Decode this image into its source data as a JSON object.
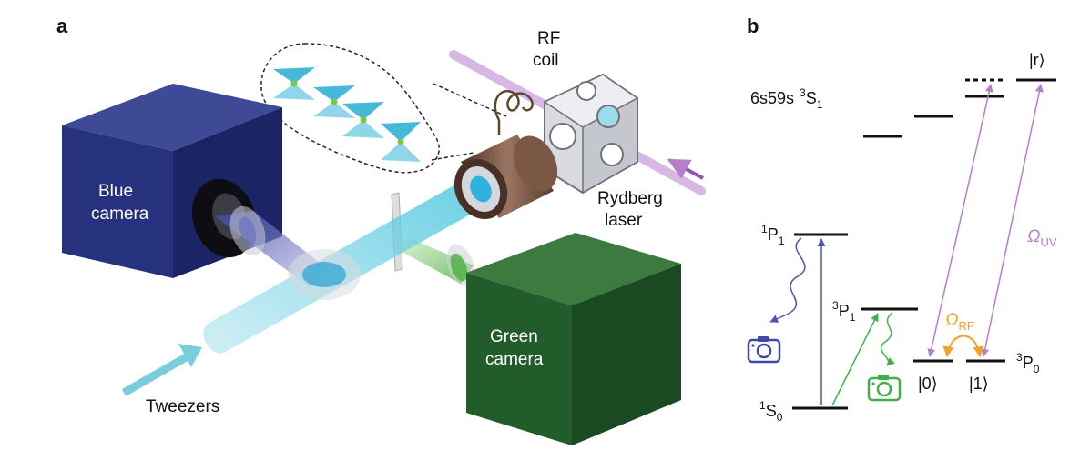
{
  "panels": {
    "a": "a",
    "b": "b"
  },
  "setup": {
    "blue_camera": [
      "Blue",
      "camera"
    ],
    "green_camera": [
      "Green",
      "camera"
    ],
    "rf_coil": [
      "RF",
      "coil"
    ],
    "rydberg_laser": [
      "Rydberg",
      "laser"
    ],
    "tweezers": "Tweezers"
  },
  "levels": {
    "rydberg_state": "6s59s",
    "rydberg_term": {
      "mult": "3",
      "L": "S",
      "J": "1"
    },
    "r_ket": "|r⟩",
    "p1_singlet": {
      "mult": "1",
      "L": "P",
      "J": "1"
    },
    "p1_triplet": {
      "mult": "3",
      "L": "P",
      "J": "1"
    },
    "s0_ground": {
      "mult": "1",
      "L": "S",
      "J": "0"
    },
    "p0_triplet": {
      "mult": "3",
      "L": "P",
      "J": "0"
    },
    "ket0": "|0⟩",
    "ket1": "|1⟩",
    "omega_rf": {
      "symbol": "Ω",
      "sub": "RF"
    },
    "omega_uv": {
      "symbol": "Ω",
      "sub": "UV"
    }
  },
  "colors": {
    "blue_camera": "#25337a",
    "green_camera": "#1f5a2a",
    "tweezer_beam": "#7fd0e0",
    "blue_beam": "#6a74c4",
    "green_beam": "#5fbf52",
    "rydberg_beam": "#c79bd6",
    "rf_arrow": "#f0a22c",
    "uv_arrow": "#b580c8",
    "blue_transition": "#4b55b0",
    "green_transition": "#42b04a",
    "objective": "#6b4a3a"
  }
}
